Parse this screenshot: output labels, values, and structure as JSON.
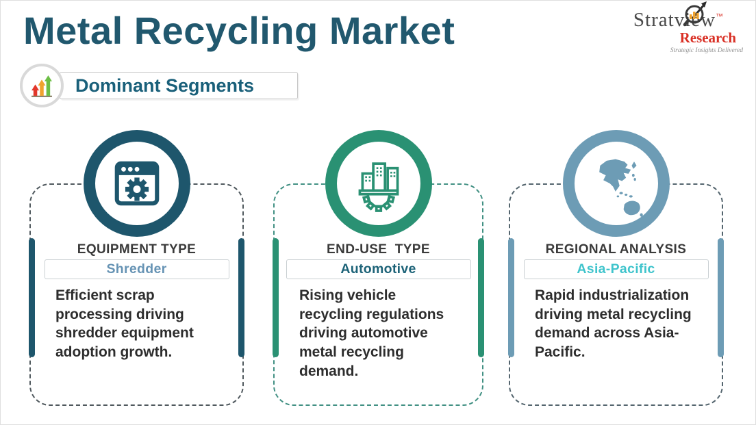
{
  "title": "Metal Recycling Market",
  "badge": {
    "label": "Dominant Segments"
  },
  "logo": {
    "brand": "Stratview",
    "tm": "™",
    "brand2": "Research",
    "tagline": "Strategic Insights Delivered"
  },
  "colors": {
    "title": "#21586E",
    "badge_text": "#1A607A",
    "header_text": "#3A3A3A",
    "body_text": "#2D2D2D",
    "logo_red": "#D93025",
    "logo_gray": "#4A4A4A"
  },
  "cards": [
    {
      "header": "EQUIPMENT TYPE",
      "value": "Shredder",
      "body": "Efficient scrap processing driving shredder equipment adoption growth.",
      "icon": "app-window-gear-icon",
      "accent": "#1E566C",
      "border_color": "#4F585D",
      "value_color": "#6693B4"
    },
    {
      "header": "END-USE  TYPE",
      "value": "Automotive",
      "body": "Rising vehicle recycling regulations driving automotive metal recycling demand.",
      "icon": "buildings-gear-icon",
      "accent": "#2A9173",
      "border_color": "#419083",
      "value_color": "#1D6378"
    },
    {
      "header": "REGIONAL ANALYSIS",
      "value": "Asia-Pacific",
      "body": "Rapid industrialization driving metal recycling demand across Asia-Pacific.",
      "icon": "asia-pacific-map-icon",
      "accent": "#6D9CB5",
      "border_color": "#54656E",
      "value_color": "#3FC4CC"
    }
  ]
}
